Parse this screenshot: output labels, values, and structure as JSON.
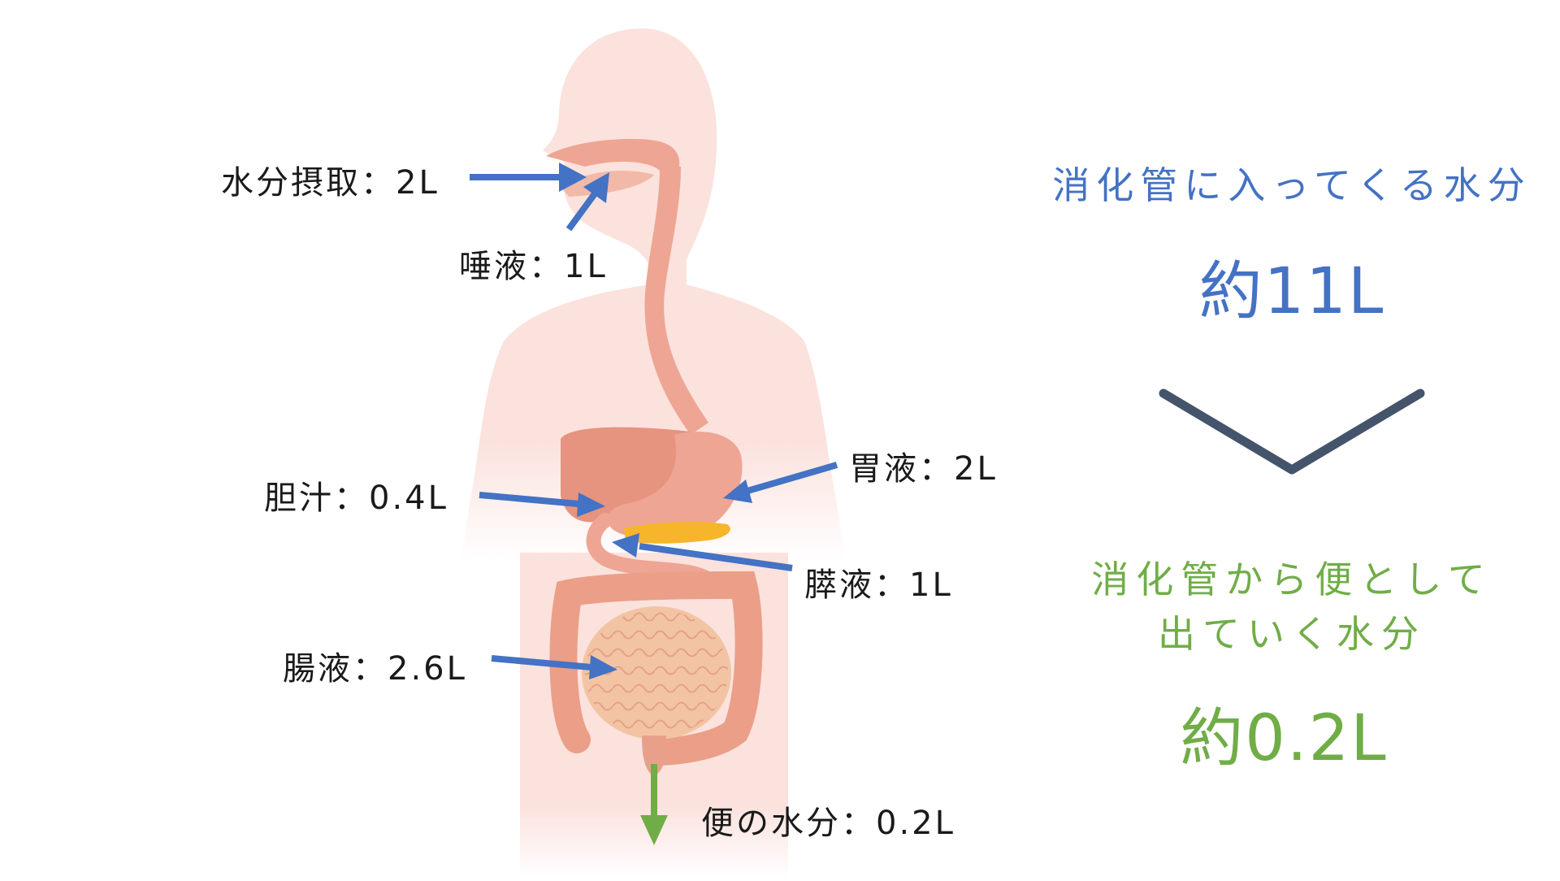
{
  "colors": {
    "body": "#fbe2dd",
    "organ": "#eea594",
    "organ_dark": "#e38e7c",
    "intestine": "#f3c4a4",
    "pancreas": "#f7b52b",
    "inflow_arrow": "#4472c4",
    "outflow_arrow": "#70ad47",
    "chevron": "#44546a",
    "label_text": "#1a1a1a",
    "inflow_text": "#4472c4",
    "outflow_text": "#70ad47"
  },
  "labels": {
    "intake": "水分摂取：2L",
    "saliva": "唾液：1L",
    "gastric": "胃液：2L",
    "bile": "胆汁：0.4L",
    "pancreatic": "膵液：1L",
    "intestinal": "腸液：2.6L",
    "stool_water": "便の水分：0.2L"
  },
  "summary": {
    "inflow_caption": "消化管に入ってくる水分",
    "inflow_value": "約11L",
    "outflow_caption_line1": "消化管から便として",
    "outflow_caption_line2": "出ていく水分",
    "outflow_value": "約0.2L"
  },
  "icons": {
    "chevron": "chevron-down-icon"
  }
}
